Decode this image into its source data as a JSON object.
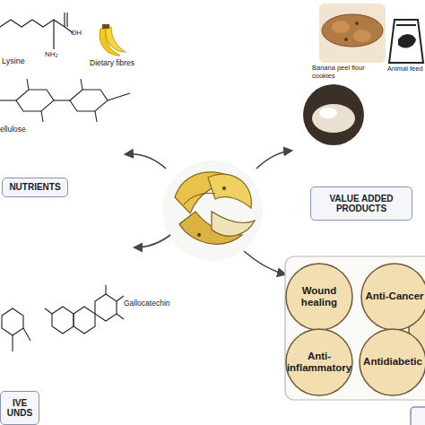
{
  "diagram": {
    "nodes": [
      {
        "text": [
          "NUTRIENTS"
        ]
      },
      {
        "text": [
          "VALUE ADDED PRODUCTS"
        ]
      },
      {
        "text": [
          "IVE UNDS"
        ]
      },
      {
        "text": [
          "Wound healing"
        ]
      },
      {
        "text": [
          "Anti-Cancer"
        ]
      },
      {
        "text": [
          "Anti- inflammatory"
        ]
      },
      {
        "text": [
          "Antidiabetic"
        ]
      }
    ],
    "labels": [
      "Lysine",
      "OH",
      "NH₂",
      "Dietary fibres",
      "ellulose",
      "Banana peel flour cookies",
      "Animal feed",
      "Gallocatechin"
    ]
  }
}
